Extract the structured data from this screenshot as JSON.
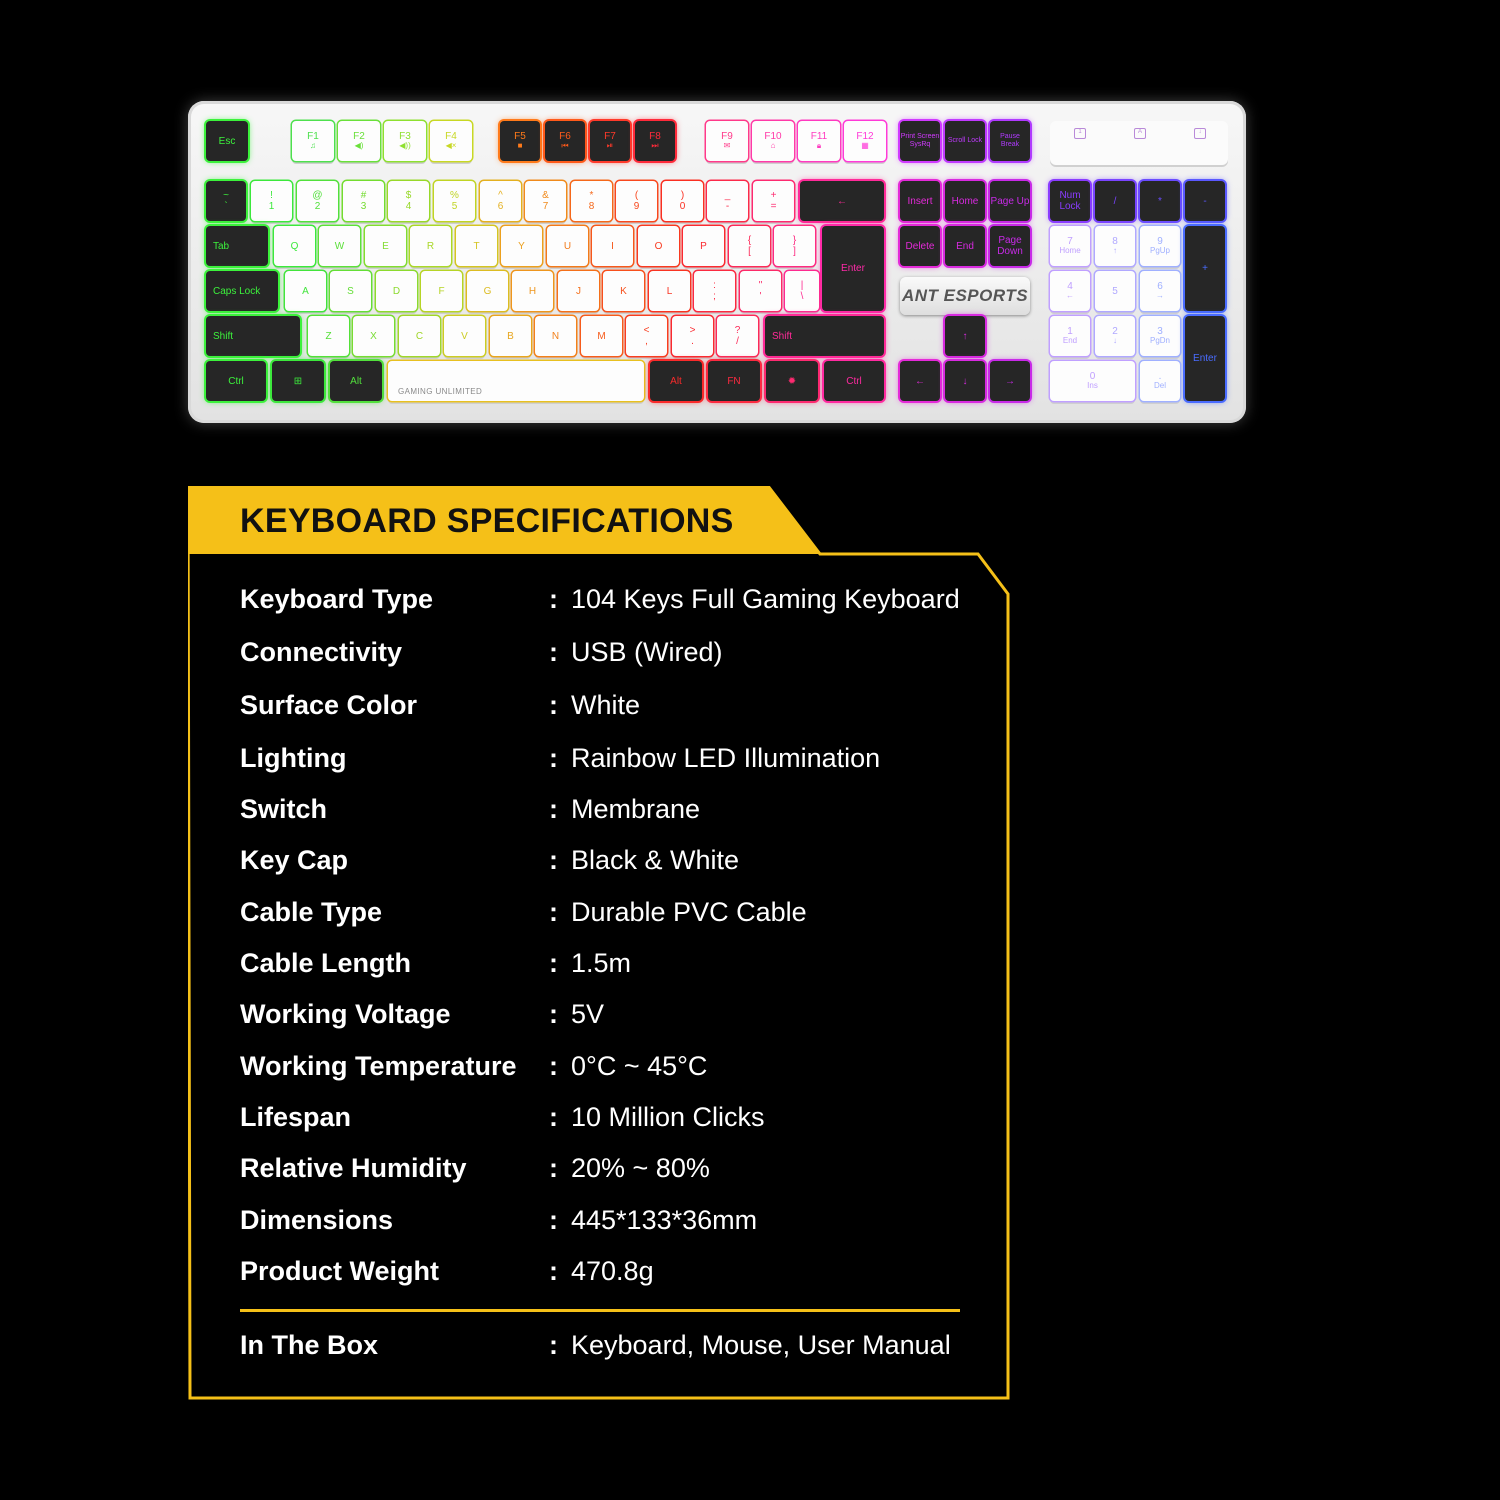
{
  "keyboard": {
    "brand_logo": "ANT ESPORTS",
    "spacebar_label": "GAMING UNLIMITED",
    "keys": {
      "esc": "Esc",
      "f1": "F1",
      "f2": "F2",
      "f3": "F3",
      "f4": "F4",
      "f5": "F5",
      "f6": "F6",
      "f7": "F7",
      "f8": "F8",
      "f9": "F9",
      "f10": "F10",
      "f11": "F11",
      "f12": "F12",
      "prtsc": "Print Screen SysRq",
      "scroll_lock": "Scroll Lock",
      "pause": "Pause Break",
      "tilde": "~",
      "backtick": "`",
      "n1_top": "!",
      "n1": "1",
      "n2_top": "@",
      "n2": "2",
      "n3_top": "#",
      "n3": "3",
      "n4_top": "$",
      "n4": "4",
      "n5_top": "%",
      "n5": "5",
      "n6_top": "^",
      "n6": "6",
      "n7_top": "&",
      "n7": "7",
      "n8_top": "*",
      "n8": "8",
      "n9_top": "(",
      "n9": "9",
      "n0_top": ")",
      "n0": "0",
      "minus_top": "_",
      "minus": "-",
      "equal_top": "+",
      "equal": "=",
      "backspace": "←",
      "insert": "Insert",
      "home": "Home",
      "page_up": "Page Up",
      "num_lock": "Num Lock",
      "np_div": "/",
      "np_mul": "*",
      "np_minus": "-",
      "tab": "Tab",
      "q": "Q",
      "w": "W",
      "e": "E",
      "r": "R",
      "t": "T",
      "y": "Y",
      "u": "U",
      "i": "I",
      "o": "O",
      "p": "P",
      "lbrace": "{",
      "lbracket": "[",
      "rbrace": "}",
      "rbracket": "]",
      "enter": "Enter",
      "delete": "Delete",
      "end": "End",
      "page_down": "Page Down",
      "np7": "7",
      "np7_sub": "Home",
      "np8": "8",
      "np8_sub": "↑",
      "np9": "9",
      "np9_sub": "PgUp",
      "np_plus": "+",
      "caps": "Caps Lock",
      "a": "A",
      "s": "S",
      "d": "D",
      "f": "F",
      "g": "G",
      "h": "H",
      "j": "J",
      "k": "K",
      "l": "L",
      "colon": ":",
      "semicolon": ";",
      "quote_top": "\"",
      "quote": "'",
      "pipe": "|",
      "backslash": "\\",
      "np4": "4",
      "np4_sub": "←",
      "np5": "5",
      "np6": "6",
      "np6_sub": "→",
      "lshift": "Shift",
      "z": "Z",
      "x": "X",
      "c": "C",
      "v": "V",
      "b": "B",
      "n": "N",
      "m": "M",
      "lt": "<",
      "comma": ",",
      "gt": ">",
      "period": ".",
      "question": "?",
      "slash": "/",
      "rshift": "Shift",
      "up": "↑",
      "np1": "1",
      "np1_sub": "End",
      "np2": "2",
      "np2_sub": "↓",
      "np3": "3",
      "np3_sub": "PgDn",
      "np_enter": "Enter",
      "lctrl": "Ctrl",
      "lalt": "Alt",
      "ralt": "Alt",
      "fn": "FN",
      "rctrl": "Ctrl",
      "left": "←",
      "down": "↓",
      "right": "→",
      "np0": "0",
      "np0_sub": "Ins",
      "np_dot": ".",
      "np_dot_sub": "Del"
    }
  },
  "specs": {
    "title": "KEYBOARD SPECIFICATIONS",
    "separator": ":",
    "rows": [
      {
        "label": "Keyboard Type",
        "value": "104 Keys Full Gaming Keyboard"
      },
      {
        "label": "Connectivity",
        "value": "USB (Wired)"
      },
      {
        "label": "Surface Color",
        "value": "White"
      },
      {
        "label": "Lighting",
        "value": "Rainbow LED Illumination"
      },
      {
        "label": "Switch",
        "value": "Membrane"
      },
      {
        "label": "Key Cap",
        "value": "Black & White"
      },
      {
        "label": "Cable Type",
        "value": "Durable PVC Cable"
      },
      {
        "label": "Cable Length",
        "value": "1.5m"
      },
      {
        "label": "Working Voltage",
        "value": "5V"
      },
      {
        "label": "Working Temperature",
        "value": "0°C ~ 45°C"
      },
      {
        "label": "Lifespan",
        "value": "10 Million Clicks"
      },
      {
        "label": "Relative  Humidity",
        "value": "20% ~ 80%"
      },
      {
        "label": "Dimensions",
        "value": "445*133*36mm"
      },
      {
        "label": "Product Weight",
        "value": "470.8g"
      }
    ],
    "in_box": {
      "label": "In The Box",
      "value": "Keyboard, Mouse, User Manual"
    }
  },
  "colors": {
    "accent_yellow": "#f5c018",
    "led_green": "#3cf23c",
    "led_yellow": "#e8e020",
    "led_orange": "#ff7a1a",
    "led_red": "#ff2a2a",
    "led_magenta": "#ff2ad8",
    "led_purple": "#9a3cff",
    "led_blue": "#3a6cff"
  }
}
